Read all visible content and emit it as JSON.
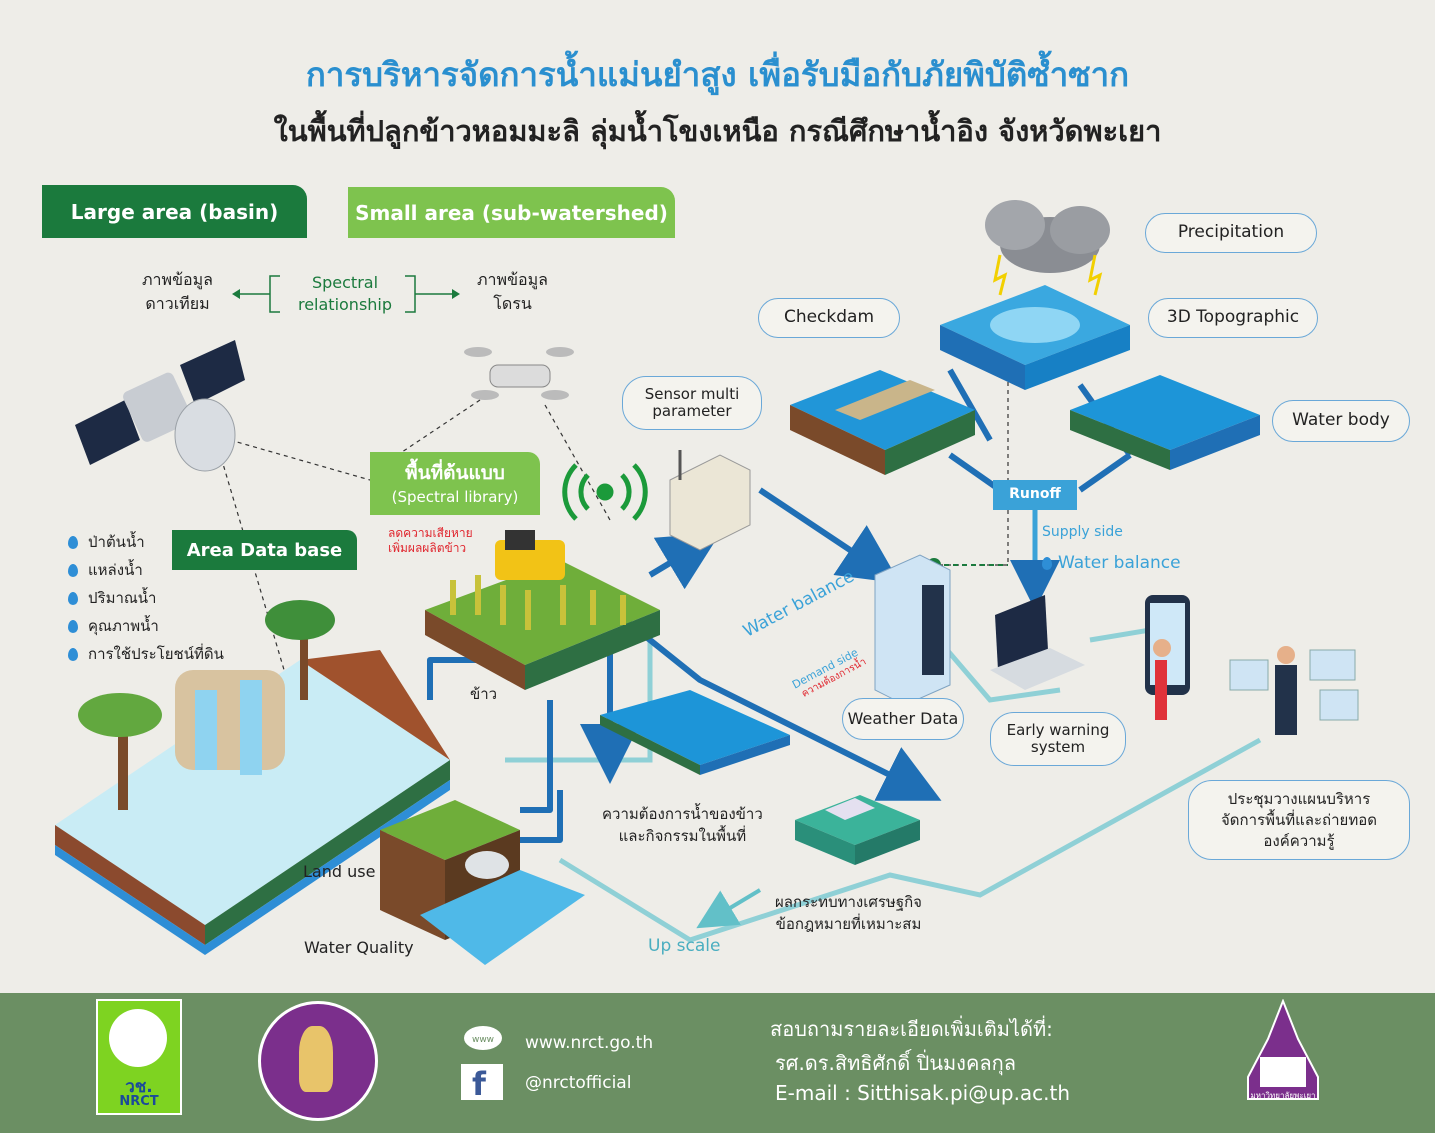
{
  "header": {
    "title": "การบริหารจัดการน้ำแม่นยำสูง เพื่อรับมือกับภัยพิบัติซ้ำซาก",
    "subtitle": "ในพื้นที่ปลูกข้าวหอมมะลิ ลุ่มน้ำโขงเหนือ กรณีศึกษาน้ำอิง จังหวัดพะเยา"
  },
  "tabs": {
    "large": "Large area (basin)",
    "small": "Small area (sub-watershed)"
  },
  "spectral": {
    "left_line1": "ภาพข้อมูล",
    "left_line2": "ดาวเทียม",
    "mid_line1": "Spectral",
    "mid_line2": "relationship",
    "right_line1": "ภาพข้อมูล",
    "right_line2": "โดรน"
  },
  "prototype": {
    "title": "พื้นที่ต้นแบบ",
    "sub": "(Spectral library)"
  },
  "reduce": {
    "line1": "ลดความเสียหาย",
    "line2": "เพิ่มผลผลิตข้าว"
  },
  "area_db": {
    "title": "Area Data base",
    "items": [
      "ป่าต้นน้ำ",
      "แหล่งน้ำ",
      "ปริมาณน้ำ",
      "คุณภาพน้ำ",
      "การใช้ประโยชน์ที่ดิน"
    ]
  },
  "pills": {
    "precipitation": "Precipitation",
    "checkdam": "Checkdam",
    "topographic": "3D Topographic",
    "sensor_line1": "Sensor multi",
    "sensor_line2": "parameter",
    "water_body": "Water body",
    "weather": "Weather Data",
    "ews_line1": "Early warning",
    "ews_line2": "system",
    "meeting_line1": "ประชุมวางแผนบริหาร",
    "meeting_line2": "จัดการพื้นที่และถ่ายทอด",
    "meeting_line3": "องค์ความรู้"
  },
  "flow": {
    "runoff": "Runoff",
    "supply": "Supply side",
    "wb_right": "Water balance",
    "wb_diag": "Water balance",
    "demand": "Demand side",
    "demand_th": "ความต้องการน้ำ",
    "rice": "ข้าว",
    "need_line1": "ความต้องการน้ำของข้าว",
    "need_line2": "และกิจกรรมในพื้นที่",
    "econ_line1": "ผลกระทบทางเศรษฐกิจ",
    "econ_line2": "ข้อกฎหมายที่เหมาะสม",
    "upscale": "Up scale",
    "landuse": "Land use",
    "waterq": "Water Quality"
  },
  "footer": {
    "nrct_th": "วช.",
    "nrct_en": "NRCT",
    "web": "www.nrct.go.th",
    "fb": "@nrctofficial",
    "contact_title": "สอบถามรายละเอียดเพิ่มเติมได้ที่:",
    "contact_name": "รศ.ดร.สิทธิศักดิ์ ปิ่นมงคลกุล",
    "contact_email": "E-mail : Sitthisak.pi@up.ac.th",
    "up_th": "มหาวิทยาลัยพะเยา"
  },
  "colors": {
    "green_dark": "#1b7a3d",
    "green_light": "#7ec34e",
    "title_blue": "#2a8fcf",
    "flow_blue": "#1f6fb5",
    "flow_teal": "#62c0c8",
    "footer": "#6b8f63"
  }
}
